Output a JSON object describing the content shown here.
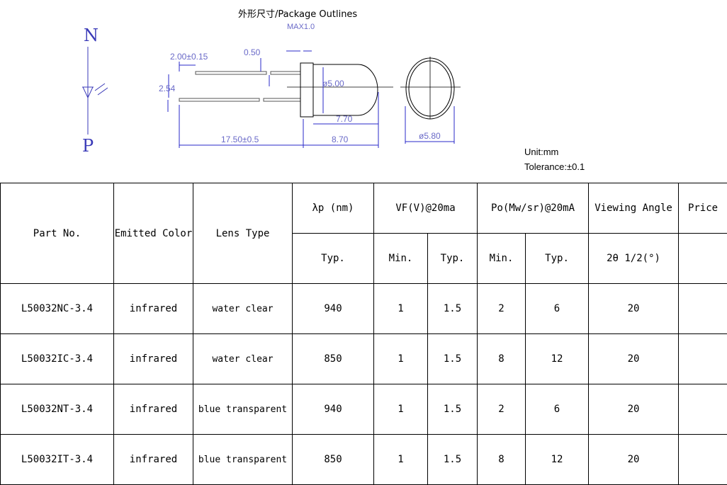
{
  "drawing": {
    "title": "外形尺寸/Package Outlines",
    "max_label": "MAX1.0",
    "dim_lead_width": "2.00±0.15",
    "dim_lead_thickness": "0.50",
    "dim_pitch": "2.54",
    "dim_lens_diameter": "ø5.00",
    "dim_lens_length": "7.70",
    "dim_lead_length": "17.50±0.5",
    "dim_body_length": "8.70",
    "dim_flange_diameter": "ø5.80",
    "pin_top": "N",
    "pin_bottom": "P",
    "unit": "Unit:mm",
    "tolerance": "Tolerance:±0.1"
  },
  "table": {
    "headers": {
      "part_no": "Part No.",
      "emitted_color": "Emitted Color",
      "lens_type": "Lens Type",
      "wavelength": "λp (nm)",
      "vf": "VF(V)@20ma",
      "po": "Po(Mw/sr)@20mA",
      "viewing_angle": "Viewing Angle",
      "price": "Price",
      "typ": "Typ.",
      "min": "Min.",
      "angle_sub": "2θ 1/2(°)"
    },
    "rows": [
      {
        "part_no": "L50032NC-3.4",
        "color": "infrared",
        "lens": "water clear",
        "lambda_typ": "940",
        "vf_min": "1",
        "vf_typ": "1.5",
        "po_min": "2",
        "po_typ": "6",
        "angle": "20",
        "price": ""
      },
      {
        "part_no": "L50032IC-3.4",
        "color": "infrared",
        "lens": "water clear",
        "lambda_typ": "850",
        "vf_min": "1",
        "vf_typ": "1.5",
        "po_min": "8",
        "po_typ": "12",
        "angle": "20",
        "price": ""
      },
      {
        "part_no": "L50032NT-3.4",
        "color": "infrared",
        "lens": "blue transparent",
        "lambda_typ": "940",
        "vf_min": "1",
        "vf_typ": "1.5",
        "po_min": "2",
        "po_typ": "6",
        "angle": "20",
        "price": ""
      },
      {
        "part_no": "L50032IT-3.4",
        "color": "infrared",
        "lens": "blue transparent",
        "lambda_typ": "850",
        "vf_min": "1",
        "vf_typ": "1.5",
        "po_min": "8",
        "po_typ": "12",
        "angle": "20",
        "price": ""
      }
    ]
  }
}
